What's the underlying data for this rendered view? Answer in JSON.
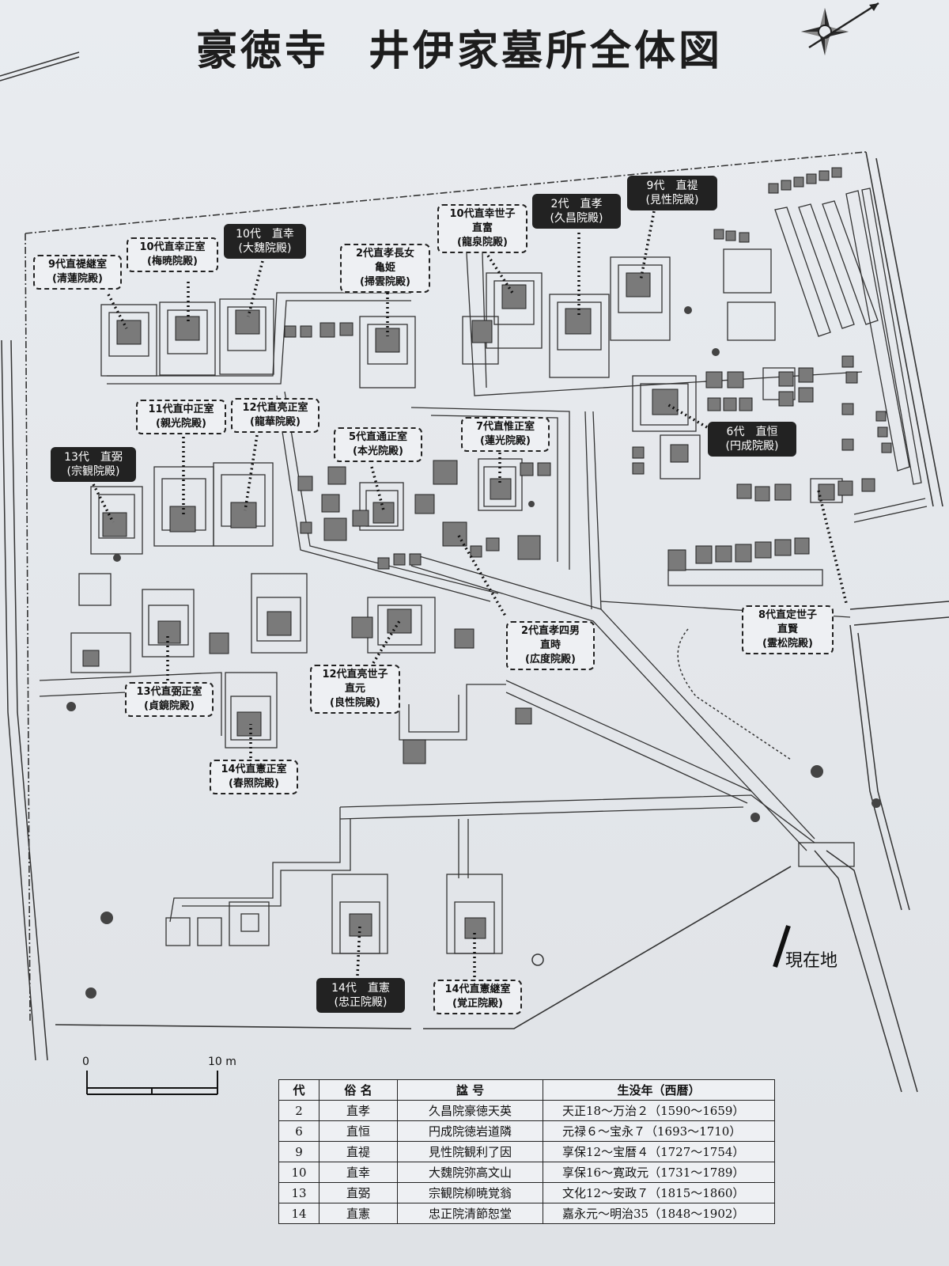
{
  "title": {
    "temple": "豪徳寺",
    "main": "井伊家墓所全体図"
  },
  "current_location": "現在地",
  "scale": {
    "zero": "0",
    "ten": "10 m"
  },
  "labels": {
    "n9_keishitsu": [
      "9代直禔継室",
      "(清蓮院殿)"
    ],
    "n10_seishitsu": [
      "10代直幸正室",
      "(梅暁院殿)"
    ],
    "n10": [
      "10代　直幸",
      "(大魏院殿)"
    ],
    "n2_choujo": [
      "2代直孝長女",
      "亀姫",
      "(掃雲院殿)"
    ],
    "n10_seishi": [
      "10代直幸世子",
      "直富",
      "(龍泉院殿)"
    ],
    "n2": [
      "2代　直孝",
      "(久昌院殿)"
    ],
    "n9": [
      "9代　直禔",
      "(見性院殿)"
    ],
    "n11_seishitsu": [
      "11代直中正室",
      "(親光院殿)"
    ],
    "n12_seishitsu": [
      "12代直亮正室",
      "(龍華院殿)"
    ],
    "n13": [
      "13代　直弼",
      "(宗観院殿)"
    ],
    "n5_seishitsu": [
      "5代直通正室",
      "(本光院殿)"
    ],
    "n7_seishitsu": [
      "7代直惟正室",
      "(蓮光院殿)"
    ],
    "n6": [
      "6代　直恒",
      "(円成院殿)"
    ],
    "n8_seishi": [
      "8代直定世子",
      "直賢",
      "(霊松院殿)"
    ],
    "n2_yonnan": [
      "2代直孝四男",
      "直時",
      "(広度院殿)"
    ],
    "n12_seishi": [
      "12代直亮世子",
      "直元",
      "(良性院殿)"
    ],
    "n13_seishitsu": [
      "13代直弼正室",
      "(貞鏡院殿)"
    ],
    "n14_seishitsu": [
      "14代直憲正室",
      "(春照院殿)"
    ],
    "n14": [
      "14代　直憲",
      "(忠正院殿)"
    ],
    "n14_keishitsu": [
      "14代直憲継室",
      "(覚正院殿)"
    ]
  },
  "legend": {
    "headers": [
      "代",
      "俗 名",
      "諡 号",
      "生没年（西暦）"
    ],
    "rows": [
      [
        "2",
        "直孝",
        "久昌院豪徳天英",
        "天正18～万治２（1590～1659）"
      ],
      [
        "6",
        "直恒",
        "円成院徳岩道隣",
        "元禄６～宝永７（1693～1710）"
      ],
      [
        "9",
        "直禔",
        "見性院観利了因",
        "享保12～宝暦４（1727～1754）"
      ],
      [
        "10",
        "直幸",
        "大魏院弥高文山",
        "享保16～寛政元（1731～1789）"
      ],
      [
        "13",
        "直弼",
        "宗観院柳暁覚翁",
        "文化12～安政７（1815～1860）"
      ],
      [
        "14",
        "直憲",
        "忠正院清節恕堂",
        "嘉永元～明治35（1848～1902）"
      ]
    ]
  }
}
